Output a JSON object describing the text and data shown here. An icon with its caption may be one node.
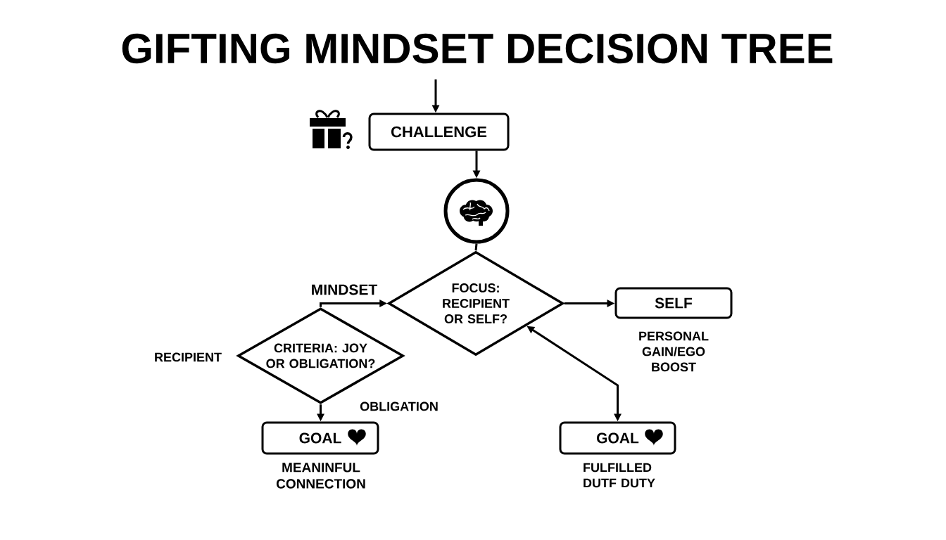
{
  "diagram": {
    "title": "GIFTING MINDSET DECISION TREE",
    "nodes": [
      {
        "text": [
          "CHALLENGE"
        ]
      },
      {
        "text": [],
        "shape": "circle"
      },
      {
        "text": [
          "FOCUS: RECIPIENT OR SELF?"
        ]
      },
      {
        "text": [
          "SELF"
        ],
        "beside": [
          "PERSONAL GAIN/EGO BOOST"
        ]
      },
      {
        "text": [
          "CRITERIA: JOY OR OBLIGATION?"
        ]
      },
      {
        "text": [
          "GOAL"
        ],
        "beside": [
          "MEANINFUL CONNECTION"
        ]
      },
      {
        "text": [
          "GOAL"
        ],
        "beside": [
          "FULFILLED DUTF DUTY"
        ]
      }
    ],
    "edges": [
      {
        "from": null,
        "to": 0,
        "arrow": "to"
      },
      {
        "from": 0,
        "to": 1,
        "arrow": "to"
      },
      {
        "from": 1,
        "to": 2,
        "arrow": "none"
      },
      {
        "from": 4,
        "to": 2,
        "arrow": "to",
        "label": "MINDSET"
      },
      {
        "from": 2,
        "to": 3,
        "arrow": "to"
      },
      {
        "from": 4,
        "to": 5,
        "arrow": "to"
      },
      {
        "from": 6,
        "to": 2,
        "arrow": "both"
      }
    ],
    "labels": [
      "RECIPIENT",
      "OBLIGATION"
    ]
  }
}
